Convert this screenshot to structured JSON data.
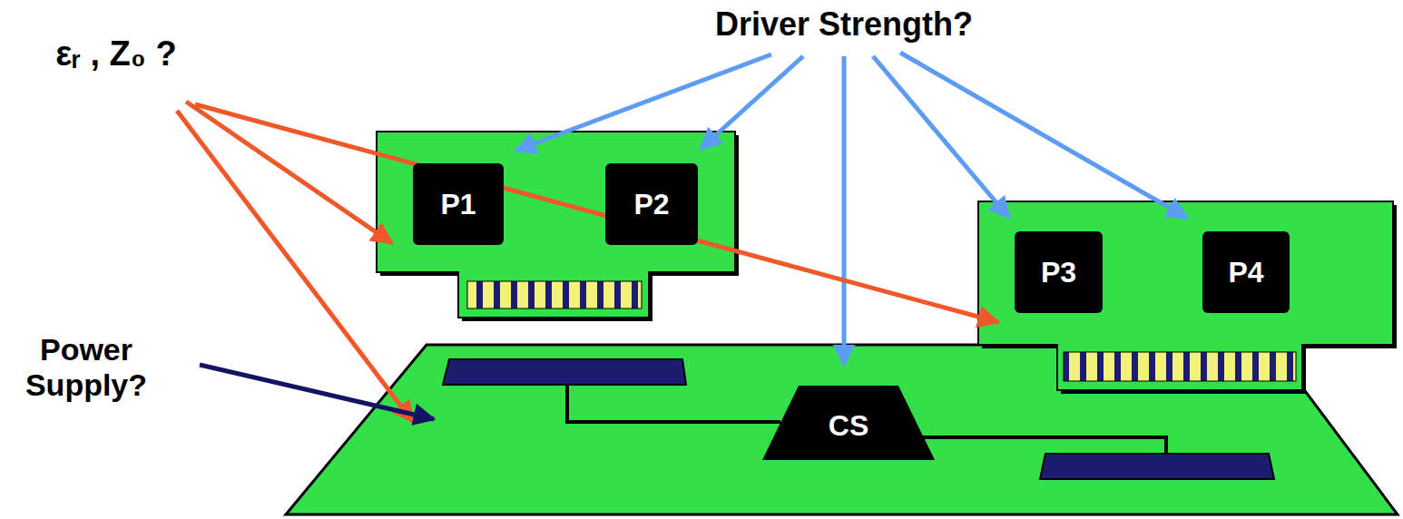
{
  "diagram": {
    "nodes": [
      {
        "text": [
          "P1"
        ]
      },
      {
        "text": [
          "P2"
        ]
      },
      {
        "text": [
          "P3"
        ]
      },
      {
        "text": [
          "P4"
        ]
      },
      {
        "text": [
          "CS"
        ]
      }
    ],
    "labels": [
      "Driver Strength?",
      "εᵣ , Z₀ ?",
      "Power Supply?"
    ]
  }
}
